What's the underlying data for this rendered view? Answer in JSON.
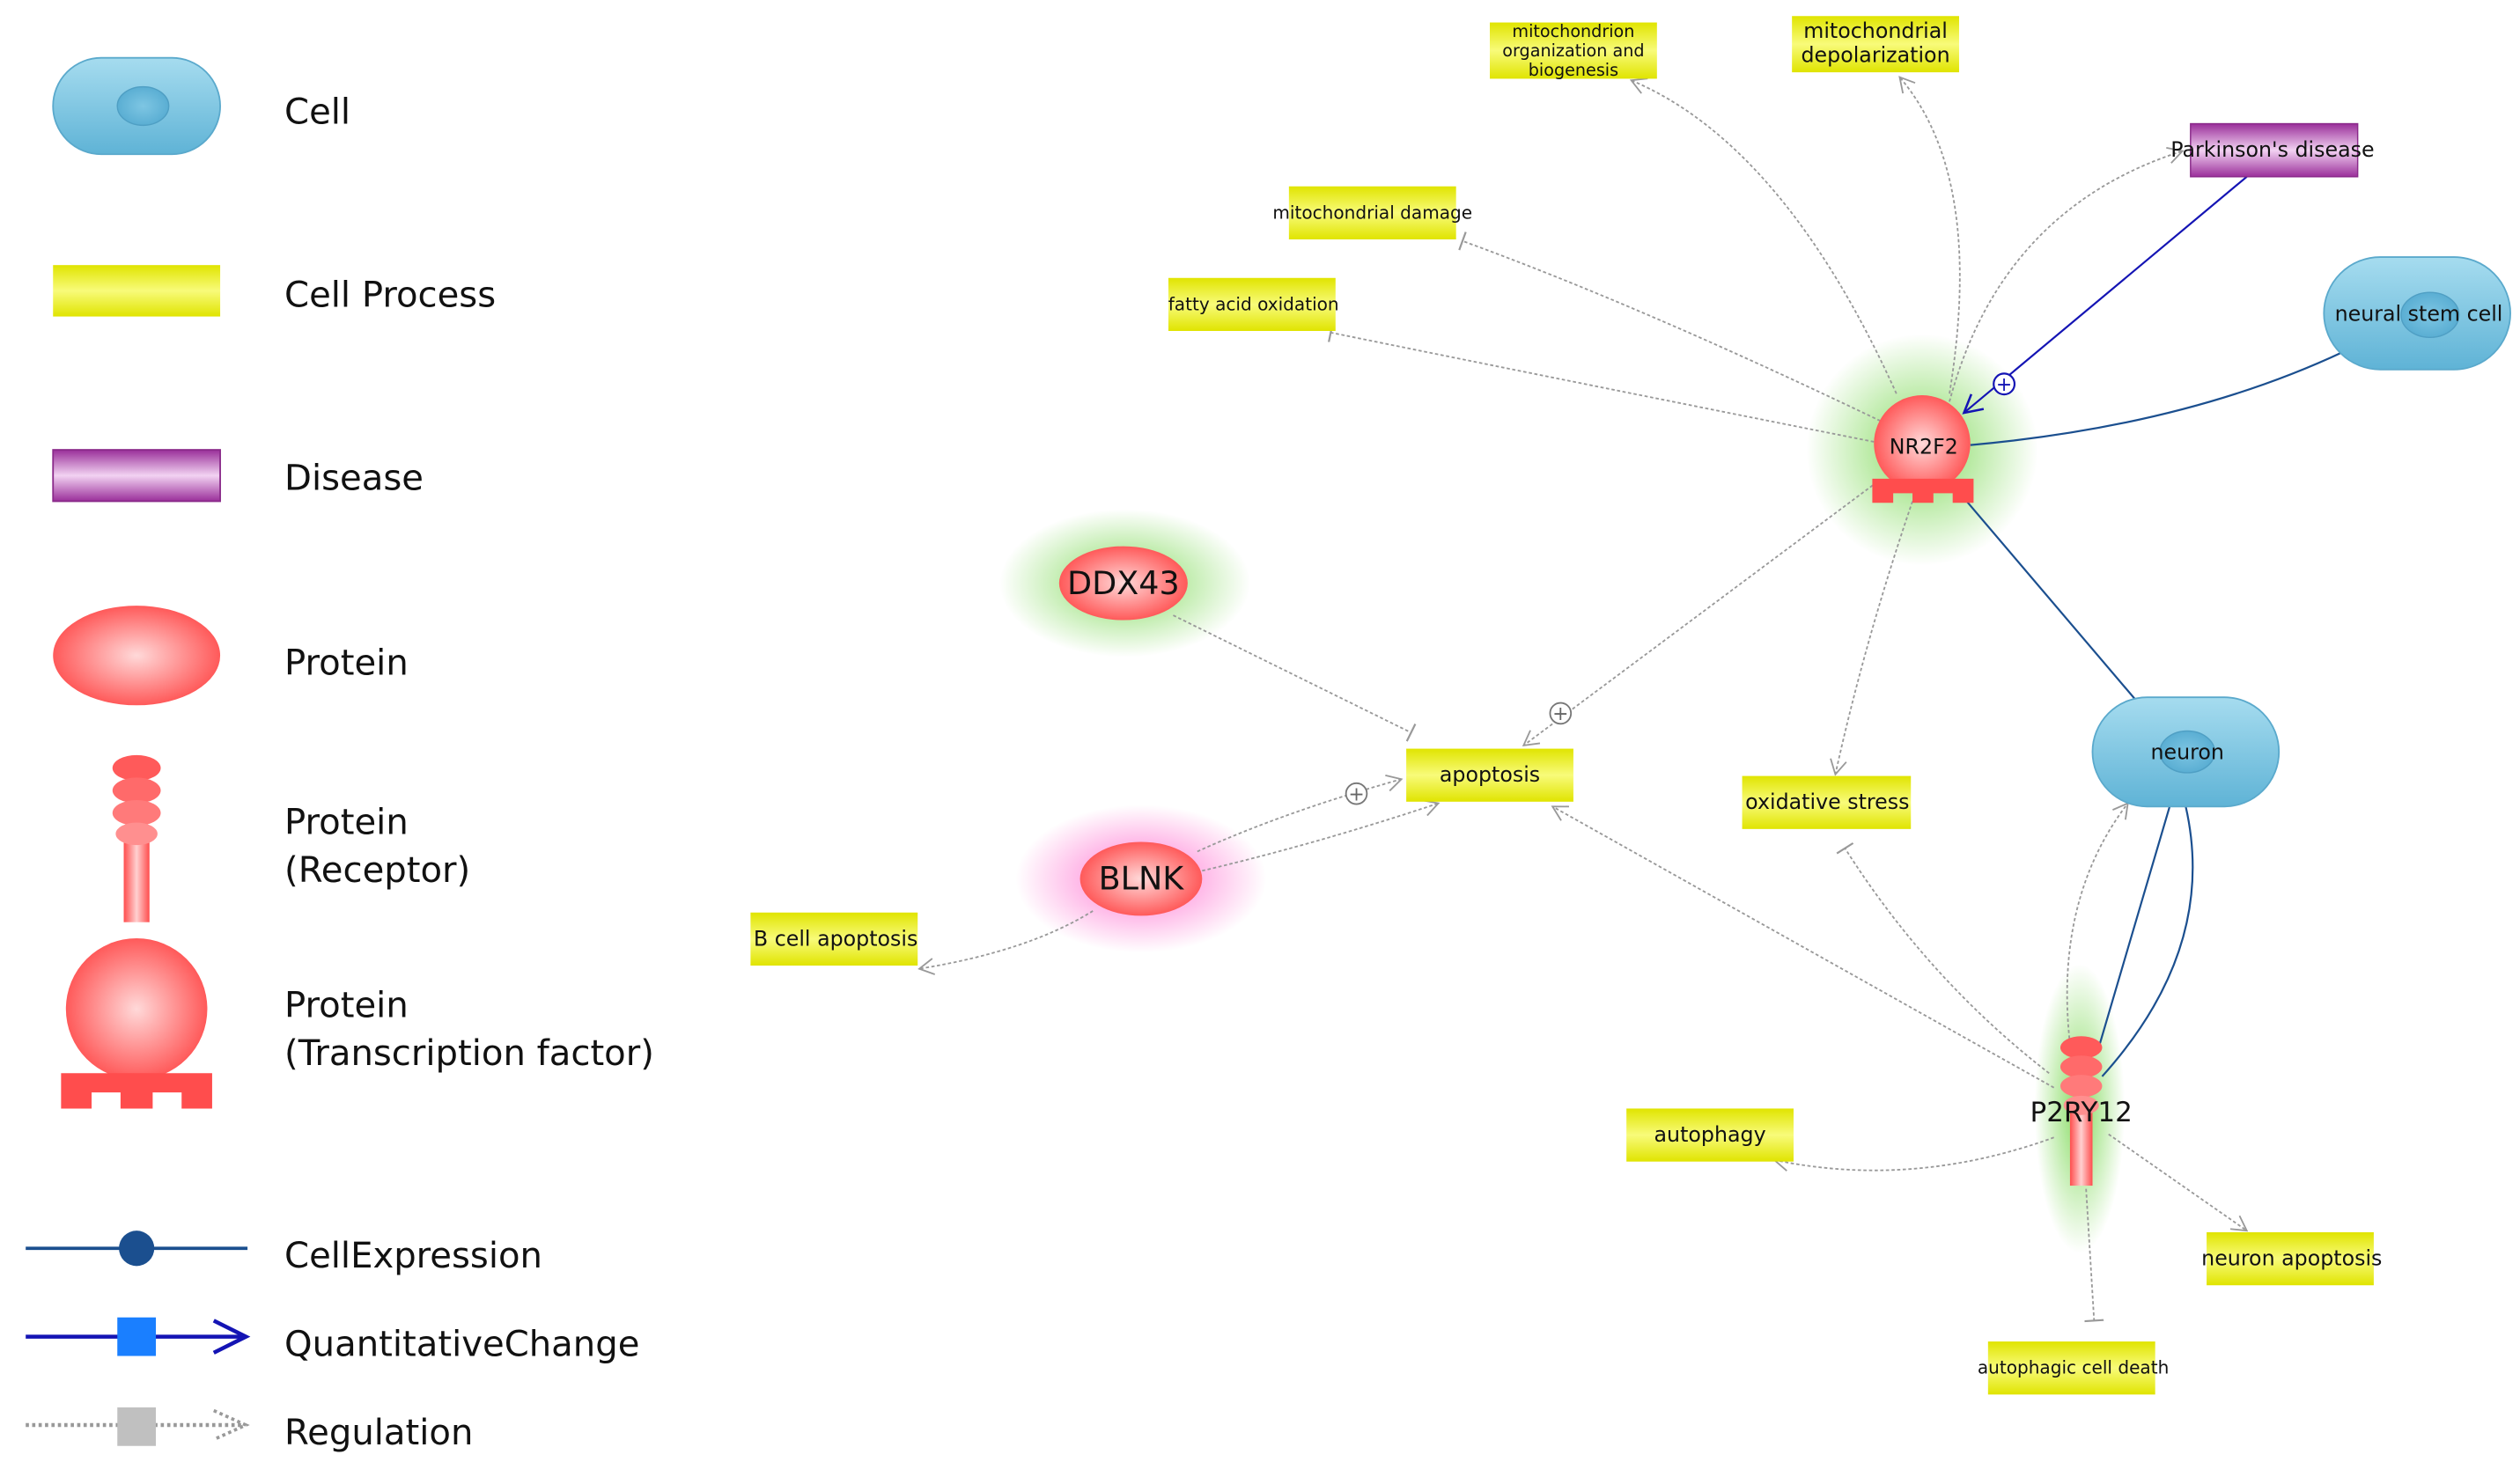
{
  "colors": {
    "cell": "#6fbfdc",
    "cell_process": "#eef20a",
    "disease": "#a63fa6",
    "protein": "#ff5a5a",
    "cell_expression": "#1b4f8f",
    "quantitative_change": "#1414b4",
    "regulation": "#999999",
    "glow_green": "#7ed957",
    "glow_pink": "#ff6fd0"
  },
  "legend": {
    "cell": "Cell",
    "cell_process": "Cell Process",
    "disease": "Disease",
    "protein": "Protein",
    "protein_receptor_1": "Protein",
    "protein_receptor_2": "(Receptor)",
    "protein_tf_1": "Protein",
    "protein_tf_2": "(Transcription factor)",
    "cell_expression": "CellExpression",
    "quantitative_change": "QuantitativeChange",
    "regulation": "Regulation"
  },
  "nodes": {
    "mito_org_1": "mitochondrion",
    "mito_org_2": "organization and",
    "mito_org_3": "biogenesis",
    "mito_depol_1": "mitochondrial",
    "mito_depol_2": "depolarization",
    "parkinsons": "Parkinson's disease",
    "mito_damage": "mitochondrial damage",
    "fatty_acid": "fatty acid oxidation",
    "neural_stem_cell": "neural stem cell",
    "nr2f2": "NR2F2",
    "ddx43": "DDX43",
    "apoptosis": "apoptosis",
    "oxidative_stress": "oxidative stress",
    "neuron": "neuron",
    "blnk": "BLNK",
    "b_cell_apoptosis": "B cell apoptosis",
    "p2ry12": "P2RY12",
    "autophagy": "autophagy",
    "neuron_apoptosis": "neuron apoptosis",
    "autophagic_cell_death": "autophagic cell death"
  },
  "edge_marks": {
    "plus": "+"
  }
}
